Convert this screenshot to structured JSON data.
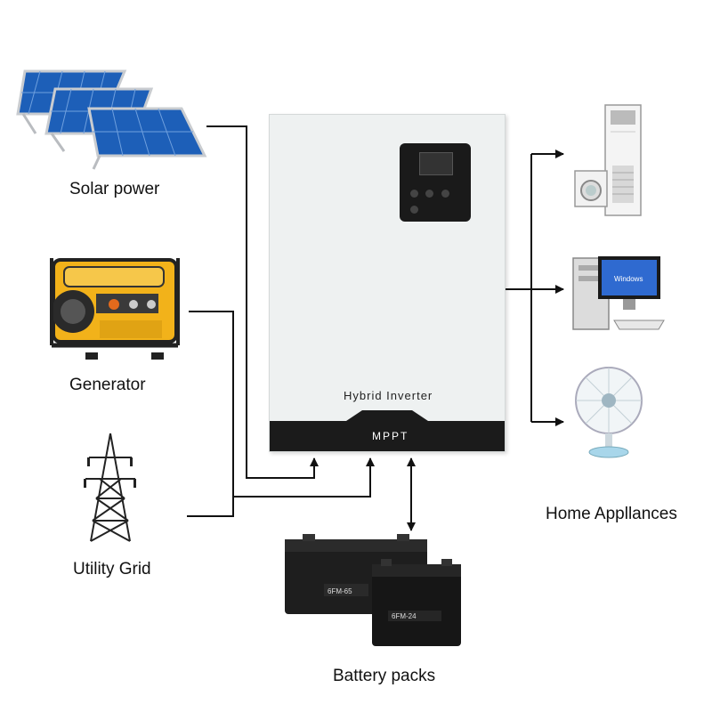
{
  "labels": {
    "solar": "Solar power",
    "generator": "Generator",
    "grid": "Utility Grid",
    "appliances": "Home Appllances",
    "battery": "Battery packs"
  },
  "inverter": {
    "title": "Hybrid Inverter",
    "badge": "MPPT"
  },
  "battery_models": [
    "6FM-65",
    "6FM-24"
  ],
  "computer_screen": "Windows",
  "colors": {
    "line": "#111111",
    "inverter_body": "#eef1f1",
    "inverter_base": "#1b1b1b",
    "solar_blue": "#1d5fb8",
    "generator_yellow": "#f2b21a"
  }
}
